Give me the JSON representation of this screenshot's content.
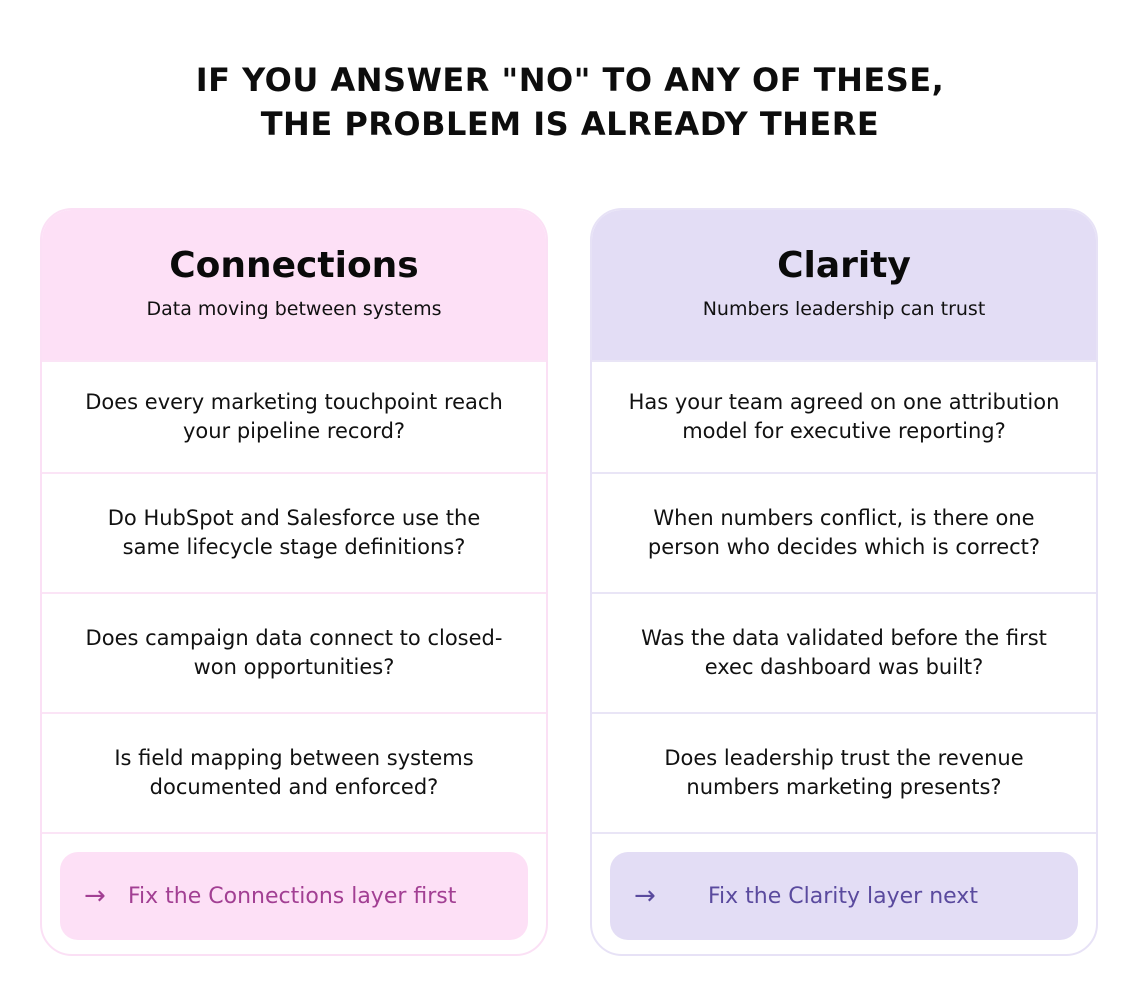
{
  "headline": {
    "line1": "IF YOU ANSWER \"NO\" TO ANY OF THESE,",
    "line2": "THE PROBLEM IS ALREADY THERE"
  },
  "columns": [
    {
      "title": "Connections",
      "subtitle": "Data moving between systems",
      "questions": [
        [
          "Does every marketing touchpoint reach",
          "your pipeline record?"
        ],
        [
          "Do HubSpot and Salesforce use the",
          "same lifecycle stage definitions?"
        ],
        [
          "Does campaign data connect to closed-",
          "won opportunities?"
        ],
        [
          "Is field mapping between systems",
          "documented and enforced?"
        ]
      ],
      "cta_icon": "→",
      "cta_label": "Fix the Connections layer first"
    },
    {
      "title": "Clarity",
      "subtitle": "Numbers leadership can trust",
      "questions": [
        [
          "Has your team agreed on one attribution",
          "model for executive reporting?"
        ],
        [
          "When numbers conflict, is there one",
          "person who decides which is correct?"
        ],
        [
          "Was the data validated before the first",
          "exec dashboard was built?"
        ],
        [
          "Does leadership trust the revenue",
          "numbers marketing presents?"
        ]
      ],
      "cta_icon": "→",
      "cta_label": "Fix the Clarity layer next"
    }
  ],
  "colors": {
    "connections_tint": "#fde0f6",
    "connections_accent": "#a23f93",
    "clarity_tint": "#e3ddf5",
    "clarity_accent": "#5a4a9e"
  }
}
